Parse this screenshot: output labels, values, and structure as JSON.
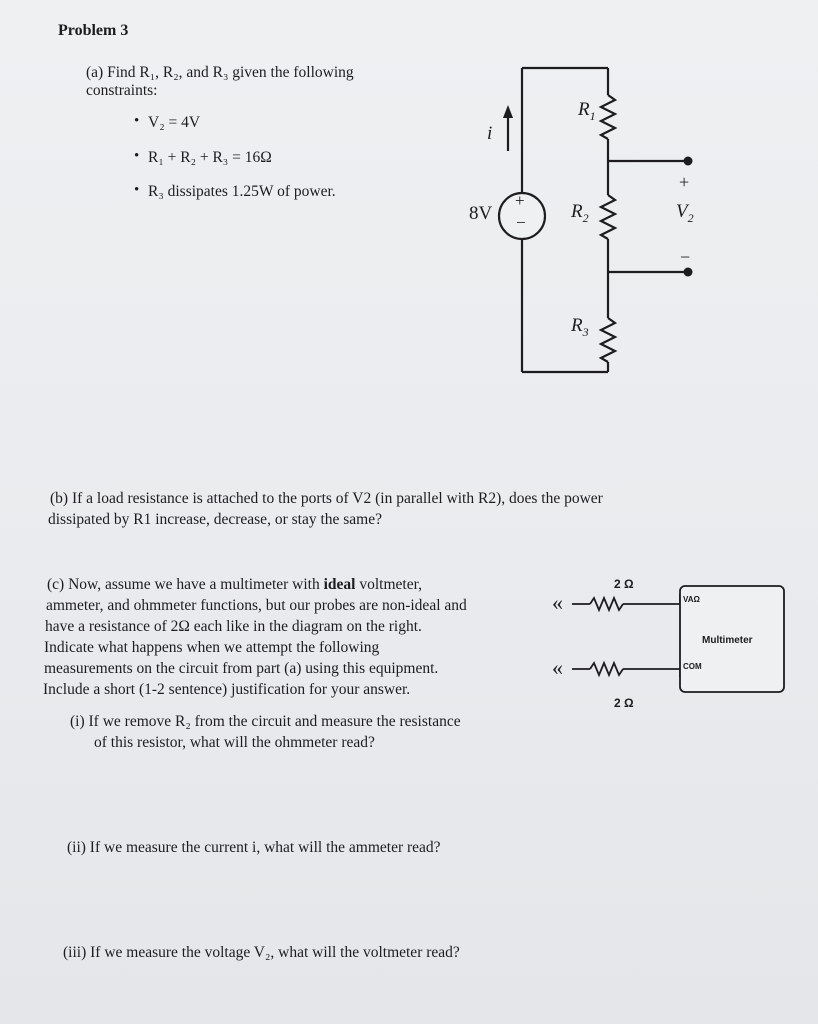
{
  "problem_title": "Problem 3",
  "part_a": {
    "line1": "(a) Find R₁, R₂, and R₃ given the following",
    "line2": "constraints:",
    "constraints": [
      "V₂ = 4V",
      "R₁ + R₂ + R₃ = 16Ω",
      "R₃ dissipates 1.25W of power."
    ]
  },
  "circuit": {
    "r1": "R",
    "r1_sub": "1",
    "r2": "R",
    "r2_sub": "2",
    "r3": "R",
    "r3_sub": "3",
    "source": "8V",
    "source_plus": "+",
    "source_minus": "−",
    "current": "i",
    "v2": "V",
    "v2_sub": "2",
    "v2_plus": "+",
    "v2_minus": "−"
  },
  "part_b": {
    "line1": "(b) If a load resistance is attached to the ports of V2 (in parallel with R2), does the power",
    "line2": "dissipated by R1 increase, decrease, or stay the same?"
  },
  "part_c": {
    "line1_pre": "(c) Now, assume we have a multimeter with ",
    "line1_bold": "ideal",
    "line1_post": " voltmeter,",
    "lines": [
      "ammeter, and ohmmeter functions, but our probes are non-ideal and",
      "have a resistance of 2Ω each like in the diagram on the right.",
      "Indicate what happens when we attempt the following",
      "measurements on the circuit from part (a) using this equipment.",
      "Include a short (1-2 sentence) justification for your answer."
    ]
  },
  "multimeter": {
    "label": "Multimeter",
    "port_top": "VAΩ",
    "port_bottom": "COM",
    "probe_top": "2 Ω",
    "probe_bottom": "2 Ω",
    "probe_tip": "«"
  },
  "questions": [
    {
      "line1": "(i) If we remove R₂ from the circuit and measure the resistance",
      "line2": "of this resistor, what will the ohmmeter read?"
    },
    {
      "line1": "(ii) If we measure the current i, what will the ammeter read?"
    },
    {
      "line1": "(iii) If we measure the voltage V₂, what will the voltmeter read?"
    }
  ]
}
